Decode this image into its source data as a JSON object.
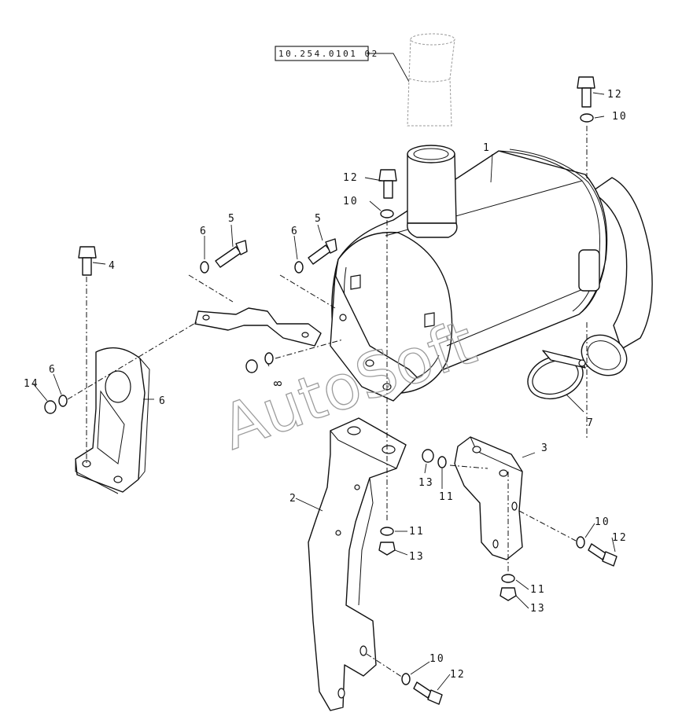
{
  "reference_label": "10.254.0101 02",
  "watermark": "AutoSoft",
  "callouts": [
    {
      "id": "c1",
      "text": "1"
    },
    {
      "id": "c2",
      "text": "2"
    },
    {
      "id": "c3",
      "text": "3"
    },
    {
      "id": "c4",
      "text": "4"
    },
    {
      "id": "c5a",
      "text": "5"
    },
    {
      "id": "c5b",
      "text": "5"
    },
    {
      "id": "c6a",
      "text": "6"
    },
    {
      "id": "c6b",
      "text": "6"
    },
    {
      "id": "c6c",
      "text": "6"
    },
    {
      "id": "c6d",
      "text": "6"
    },
    {
      "id": "c7",
      "text": "7"
    },
    {
      "id": "c8",
      "text": "8"
    },
    {
      "id": "c10a",
      "text": "10"
    },
    {
      "id": "c10b",
      "text": "10"
    },
    {
      "id": "c10c",
      "text": "10"
    },
    {
      "id": "c10d",
      "text": "10"
    },
    {
      "id": "c11a",
      "text": "11"
    },
    {
      "id": "c11b",
      "text": "11"
    },
    {
      "id": "c11c",
      "text": "11"
    },
    {
      "id": "c12a",
      "text": "12"
    },
    {
      "id": "c12b",
      "text": "12"
    },
    {
      "id": "c12c",
      "text": "12"
    },
    {
      "id": "c12d",
      "text": "12"
    },
    {
      "id": "c13a",
      "text": "13"
    },
    {
      "id": "c13b",
      "text": "13"
    },
    {
      "id": "c13c",
      "text": "13"
    },
    {
      "id": "c14",
      "text": "14"
    }
  ]
}
